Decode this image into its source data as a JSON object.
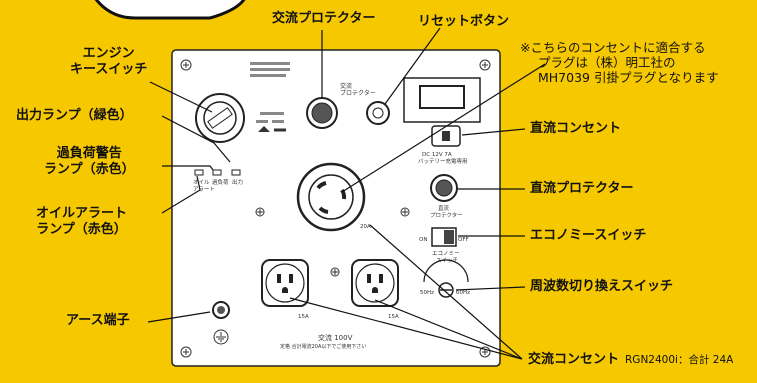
{
  "labels": {
    "engine_key_switch_line1": "エンジン",
    "engine_key_switch_line2": "キースイッチ",
    "output_lamp": "出力ランプ（緑色）",
    "overload_lamp_line1": "過負荷警告",
    "overload_lamp_line2": "ランプ（赤色）",
    "oil_alert_lamp_line1": "オイルアラート",
    "oil_alert_lamp_line2": "ランプ（赤色）",
    "earth_terminal": "アース端子",
    "ac_protector": "交流プロテクター",
    "reset_button": "リセットボタン",
    "dc_outlet": "直流コンセント",
    "dc_protector": "直流プロテクター",
    "economy_switch": "エコノミースイッチ",
    "frequency_switch": "周波数切り換えスイッチ",
    "ac_outlet": "交流コンセント",
    "ac_outlet_model": "RGN2400i：合計 24A"
  },
  "note": {
    "line1": "※こちらのコンセントに適合する",
    "line2": "プラグは（株）明工社の",
    "line3": "MH7039 引掛プラグとなります"
  },
  "panel_text": {
    "dc_outlet_label": "DC 12V 7A",
    "dc_outlet_sub": "バッテリー充電専用",
    "dc_protector_label": "直流",
    "dc_protector_sub": "プロテクター",
    "economy_label": "エコノミー",
    "economy_sub": "スイッチ",
    "on": "ON",
    "off": "OFF",
    "hz50": "50Hz",
    "hz60": "60Hz",
    "amp_left": "15A",
    "amp_right": "15A",
    "twist_amp": "20A",
    "ac_voltage": "交流 100V",
    "ac_note": "定格 合計電流20A以下でご使用下さい",
    "ac_protector_tag": "交流",
    "ac_protector_tag_sub": "プロテクター",
    "lamp_oil": "オイル",
    "lamp_alert": "アラート",
    "lamp_overload": "過負荷",
    "lamp_output": "出力"
  }
}
